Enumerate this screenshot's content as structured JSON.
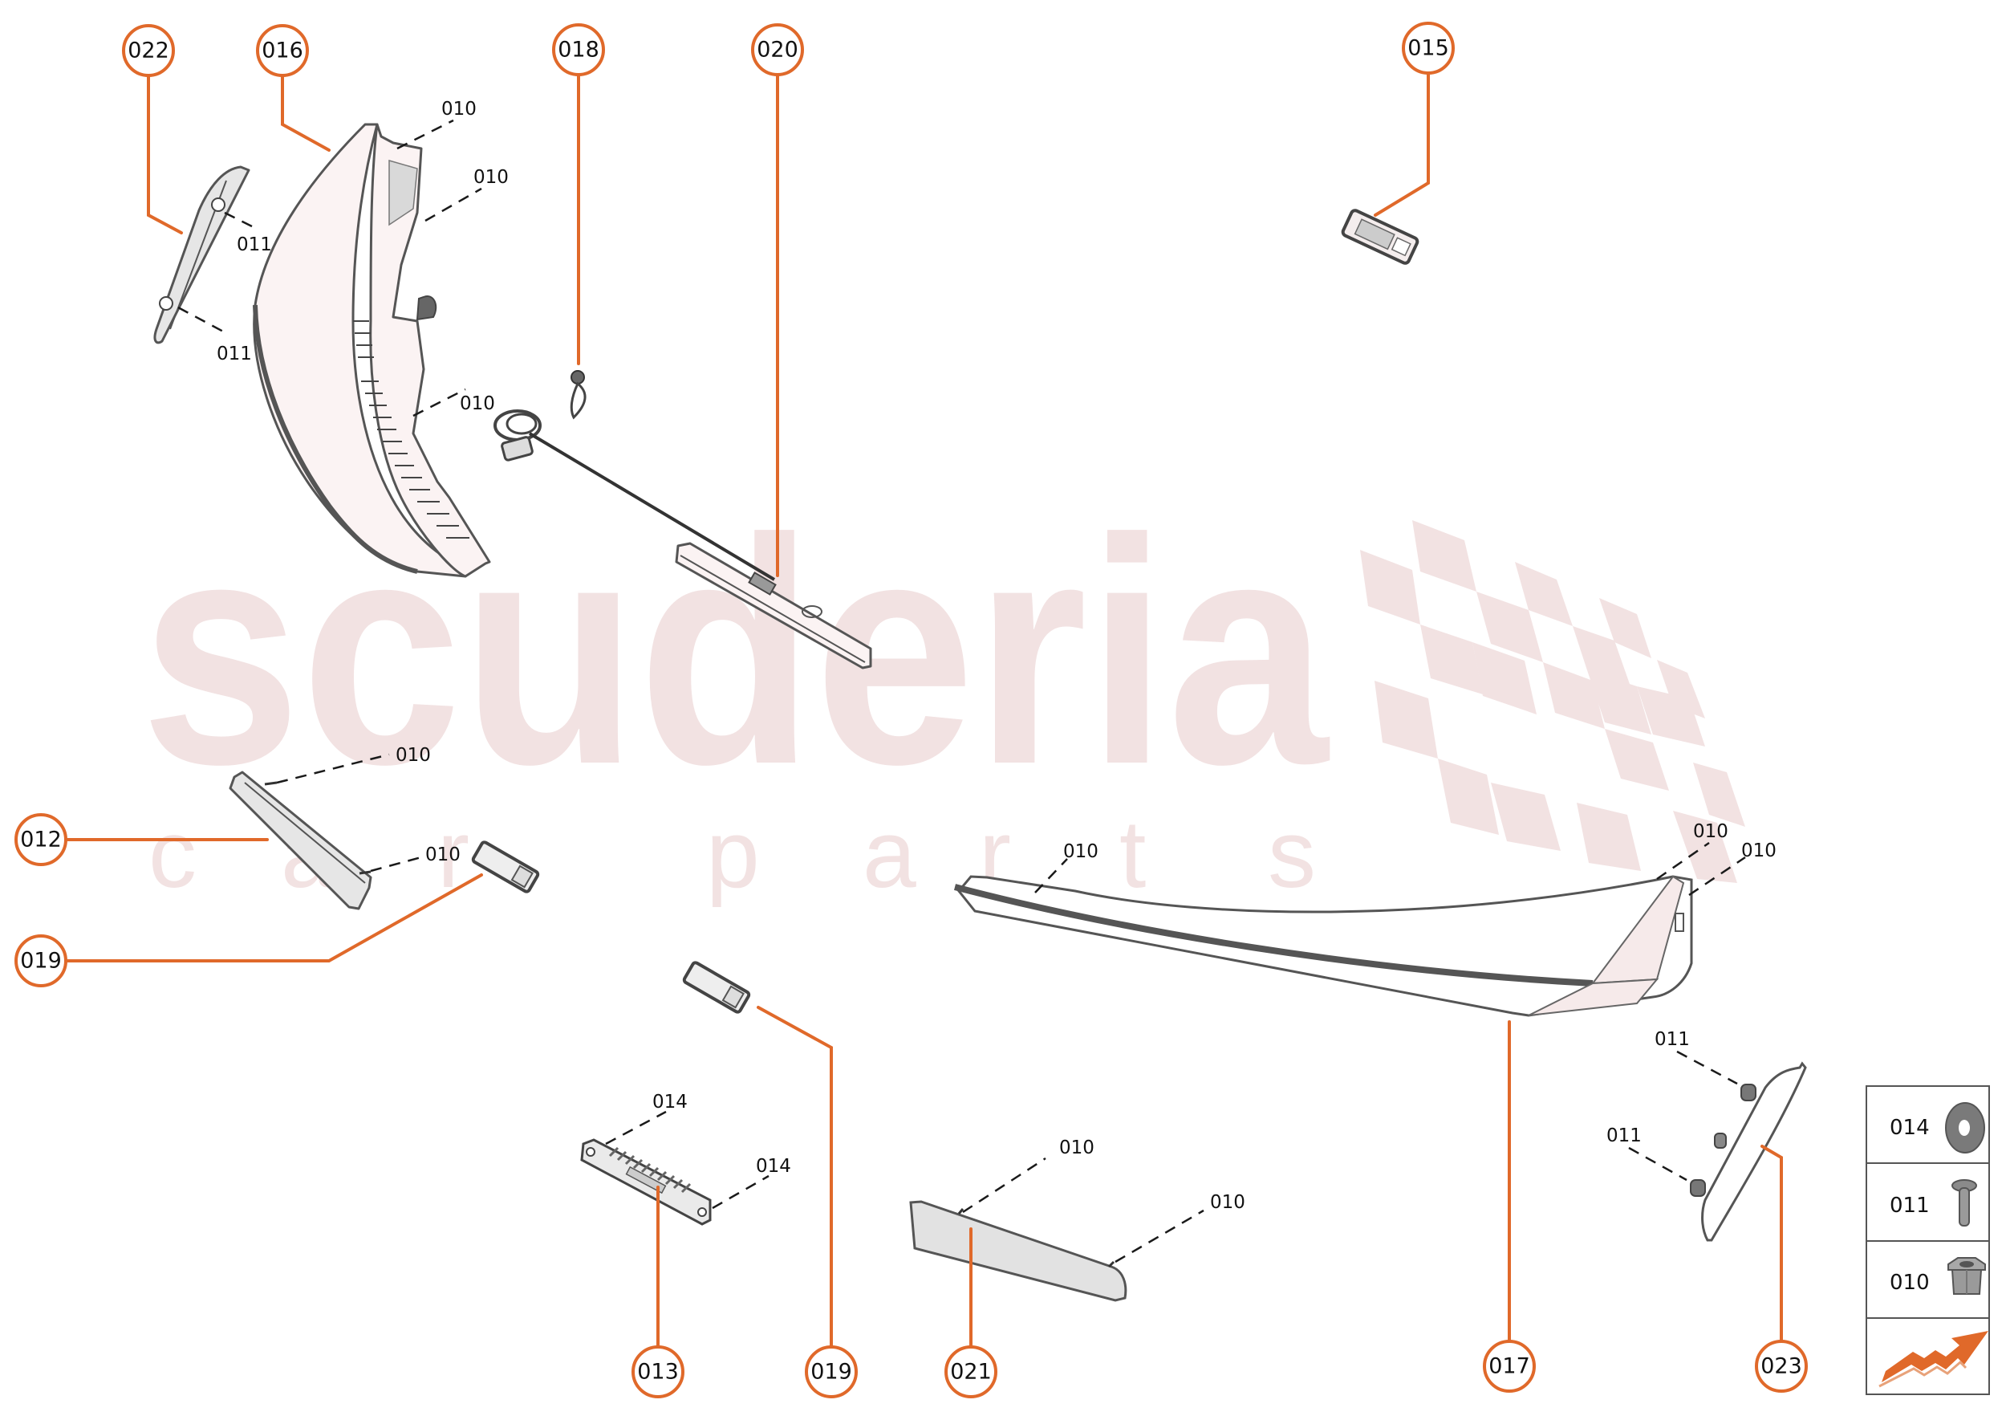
{
  "watermark": {
    "brand": "scuderia",
    "subtitle_letters": [
      "c",
      "a",
      "r",
      "p",
      "a",
      "r",
      "t",
      "s"
    ],
    "color": "#F2E2E2"
  },
  "colors": {
    "accent": "#E0692A",
    "outline": "#555555",
    "label_text": "#111111"
  },
  "callouts": {
    "c022": "022",
    "c016": "016",
    "c018": "018",
    "c020": "020",
    "c015": "015",
    "c012": "012",
    "c019a": "019",
    "c013": "013",
    "c019b": "019",
    "c021": "021",
    "c017": "017",
    "c023": "023"
  },
  "fastener_labels": {
    "p016_top1": "010",
    "p016_top2": "010",
    "p016_bottom": "010",
    "p022_top": "011",
    "p022_bottom": "011",
    "p012_top": "010",
    "p012_bottom": "010",
    "p013_top": "014",
    "p013_bottom": "014",
    "p021_left": "010",
    "p021_right": "010",
    "p017_left": "010",
    "p017_right1": "010",
    "p017_right2": "010",
    "p023_top": "011",
    "p023_bottom": "011"
  },
  "legend": {
    "rows": [
      {
        "code": "014",
        "icon": "washer-icon"
      },
      {
        "code": "011",
        "icon": "screw-icon"
      },
      {
        "code": "010",
        "icon": "flange-nut-icon"
      }
    ],
    "footer_icon": "orange-arrow-icon"
  }
}
